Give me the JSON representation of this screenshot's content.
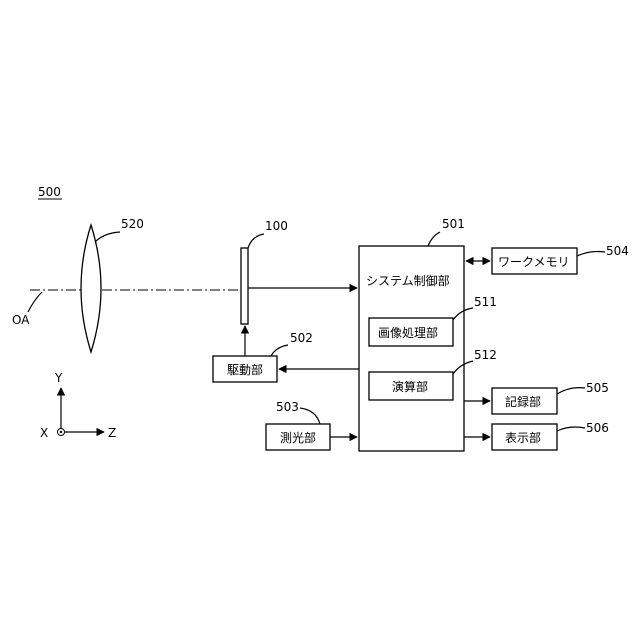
{
  "figure_number": "500",
  "optical_axis_label": "OA",
  "lens_ref": "520",
  "sensor_ref": "100",
  "system_controller": {
    "ref": "501",
    "label": "システム制御部"
  },
  "image_processing": {
    "ref": "511",
    "label": "画像処理部"
  },
  "calculation": {
    "ref": "512",
    "label": "演算部"
  },
  "drive": {
    "ref": "502",
    "label": "駆動部"
  },
  "photometry": {
    "ref": "503",
    "label": "測光部"
  },
  "work_memory": {
    "ref": "504",
    "label": "ワークメモリ"
  },
  "recording": {
    "ref": "505",
    "label": "記録部"
  },
  "display": {
    "ref": "506",
    "label": "表示部"
  },
  "axes": {
    "y": "Y",
    "x": "X",
    "z": "Z"
  }
}
